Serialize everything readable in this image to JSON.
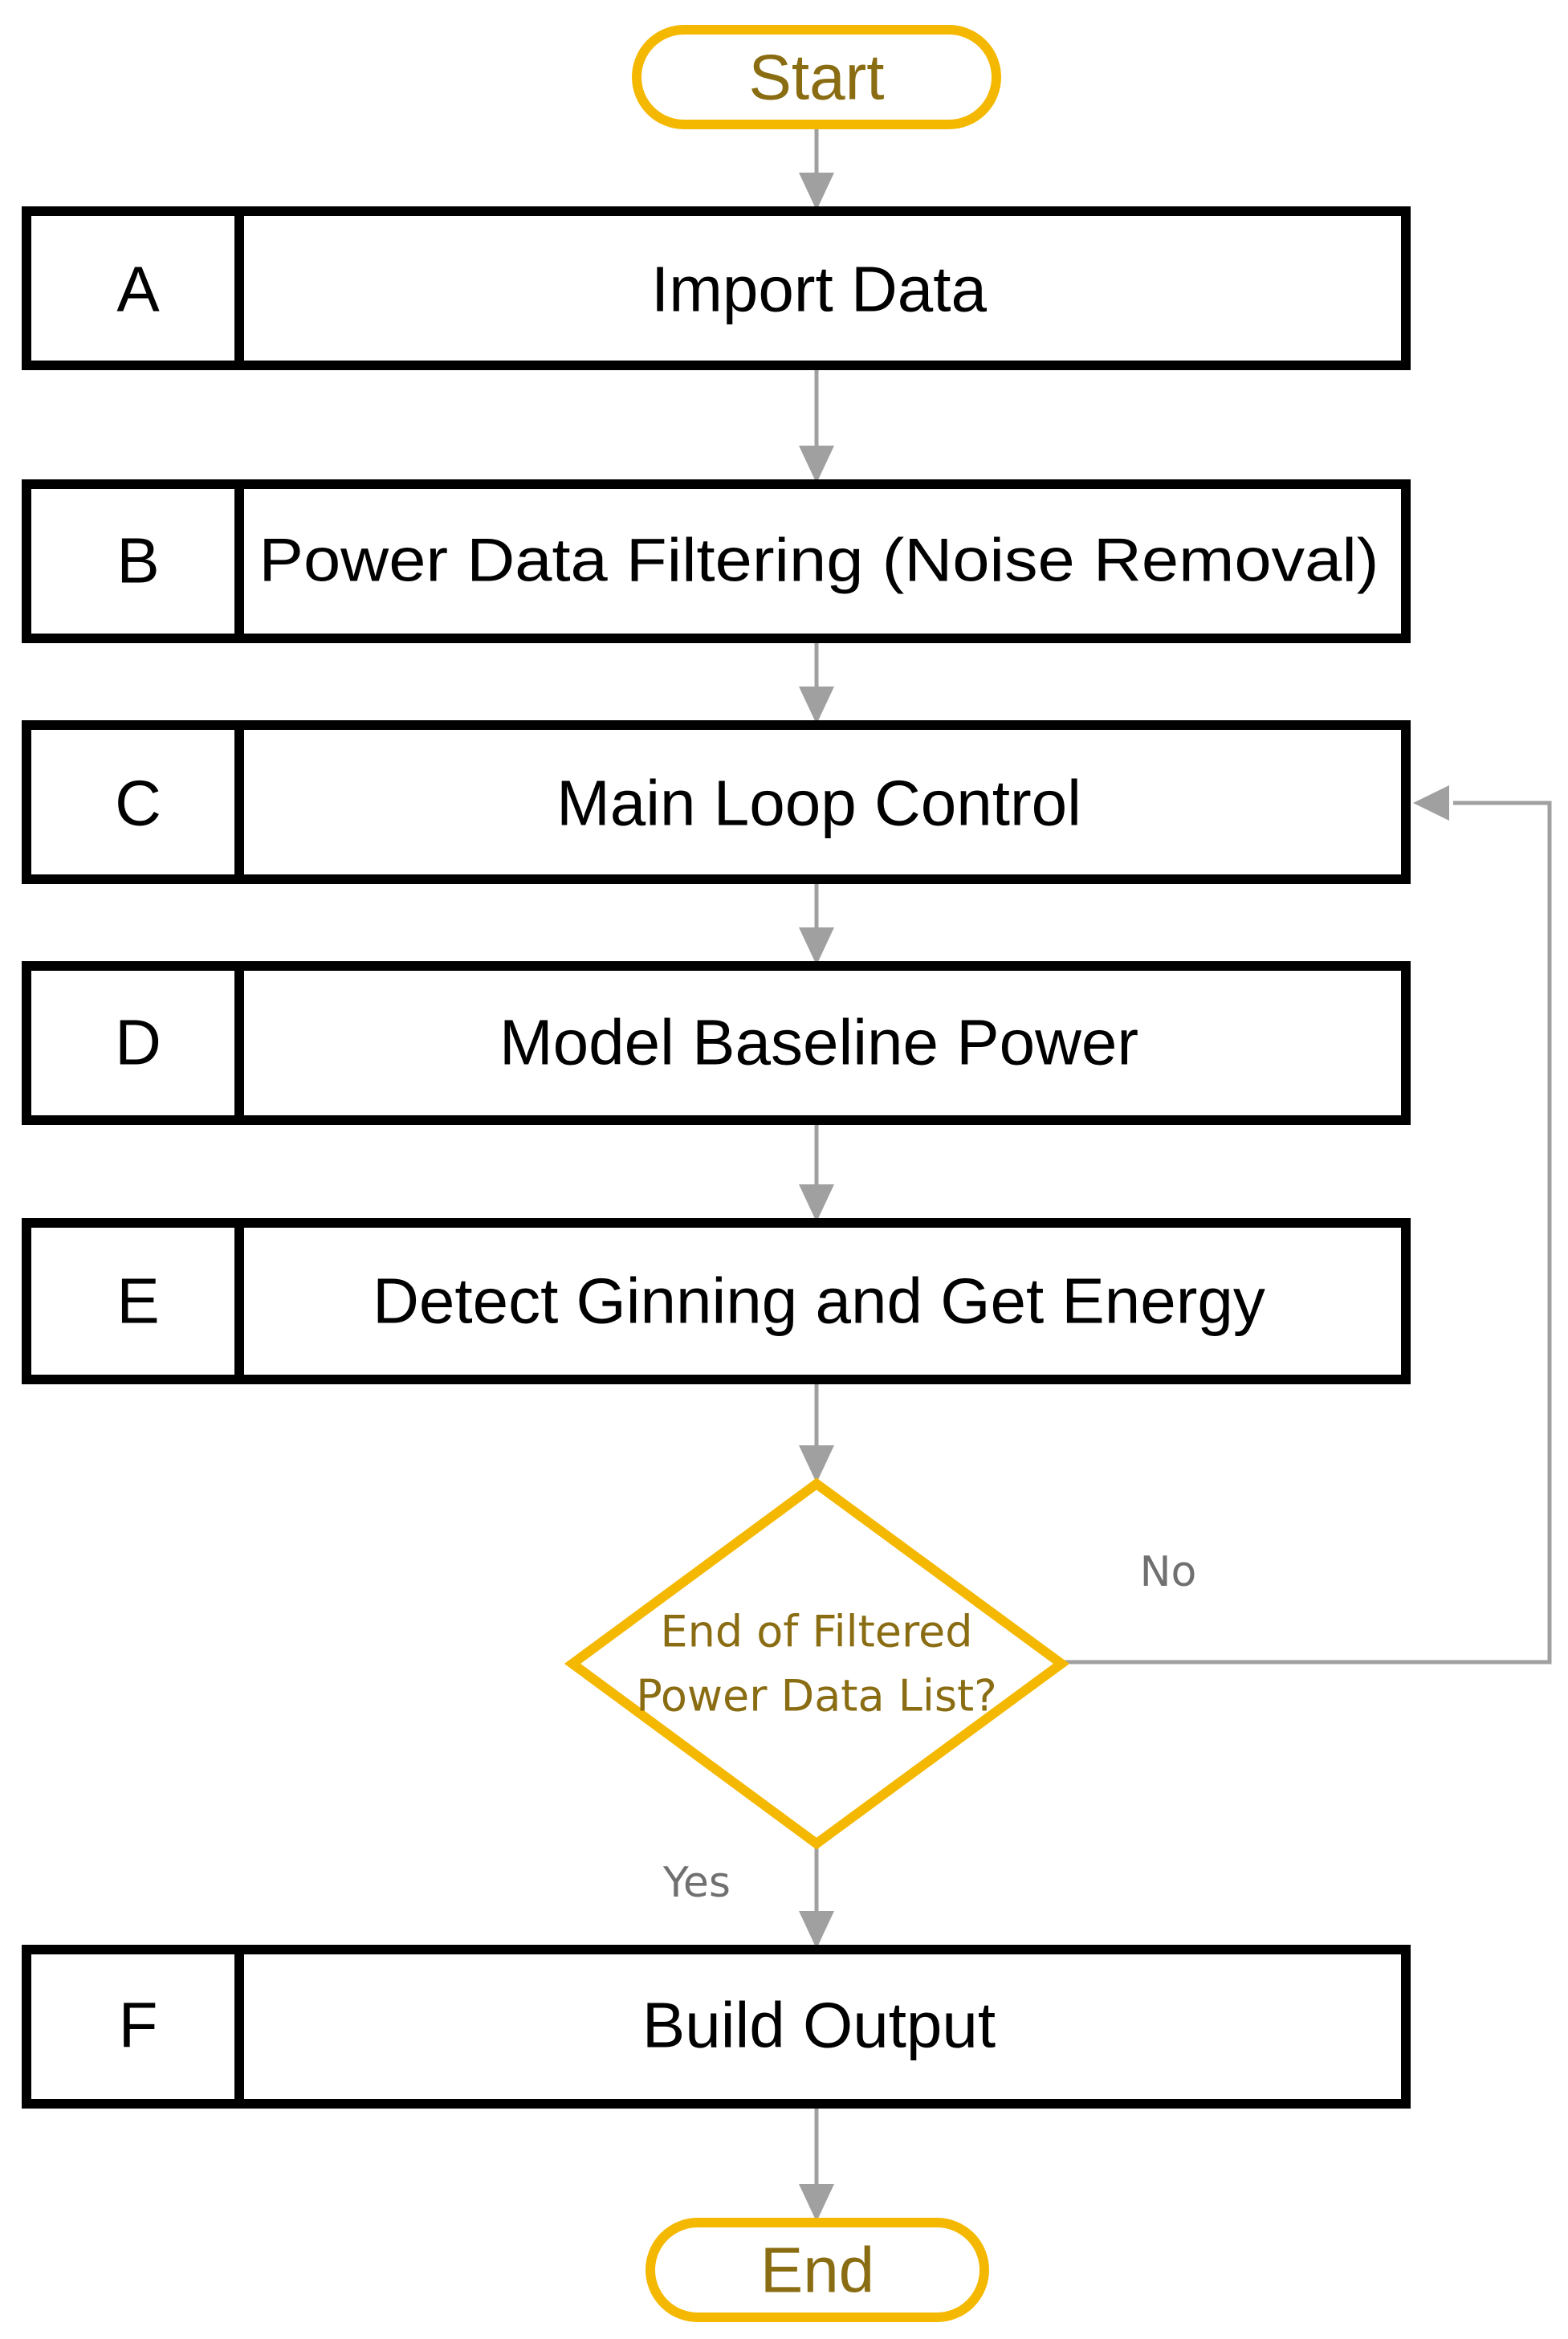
{
  "flowchart": {
    "start": {
      "label": "Start"
    },
    "end": {
      "label": "End"
    },
    "steps": [
      {
        "id": "A",
        "label": "Import Data"
      },
      {
        "id": "B",
        "label": "Power Data Filtering (Noise Removal)"
      },
      {
        "id": "C",
        "label": "Main Loop Control"
      },
      {
        "id": "D",
        "label": "Model Baseline Power"
      },
      {
        "id": "E",
        "label": "Detect Ginning and Get Energy"
      },
      {
        "id": "F",
        "label": "Build Output"
      }
    ],
    "decision": {
      "line1": "End of Filtered",
      "line2": "Power Data List?",
      "yes_label": "Yes",
      "no_label": "No"
    }
  },
  "colors": {
    "terminal_border": "#f5b800",
    "terminal_text": "#8a6d12",
    "box_border": "#000000",
    "arrow": "#a0a0a0",
    "branch_text": "#707070"
  }
}
